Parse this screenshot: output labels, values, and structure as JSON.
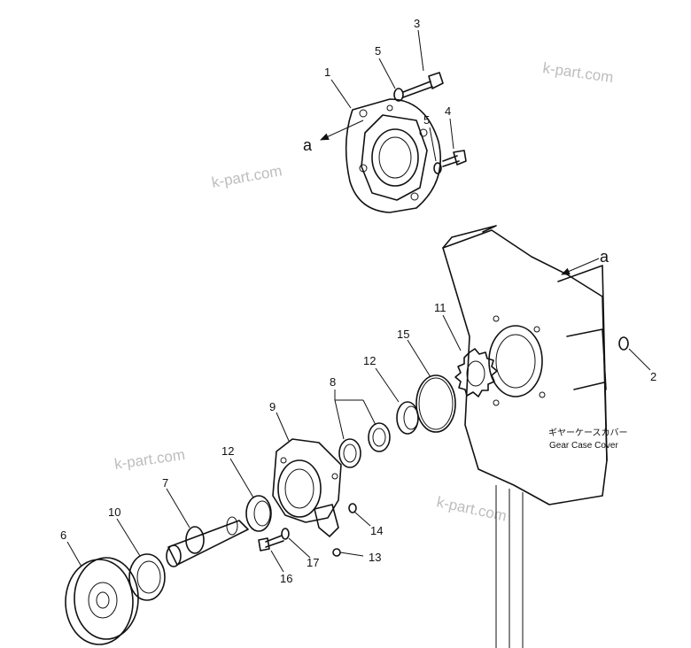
{
  "watermark": "k-part.com",
  "caption": {
    "jp": "ギヤーケースカバー",
    "en": "Gear Case Cover"
  },
  "arrow_label": "a",
  "callouts": [
    "1",
    "2",
    "3",
    "4",
    "5",
    "5",
    "6",
    "7",
    "8",
    "9",
    "10",
    "11",
    "12",
    "12",
    "13",
    "14",
    "15",
    "16",
    "17"
  ]
}
